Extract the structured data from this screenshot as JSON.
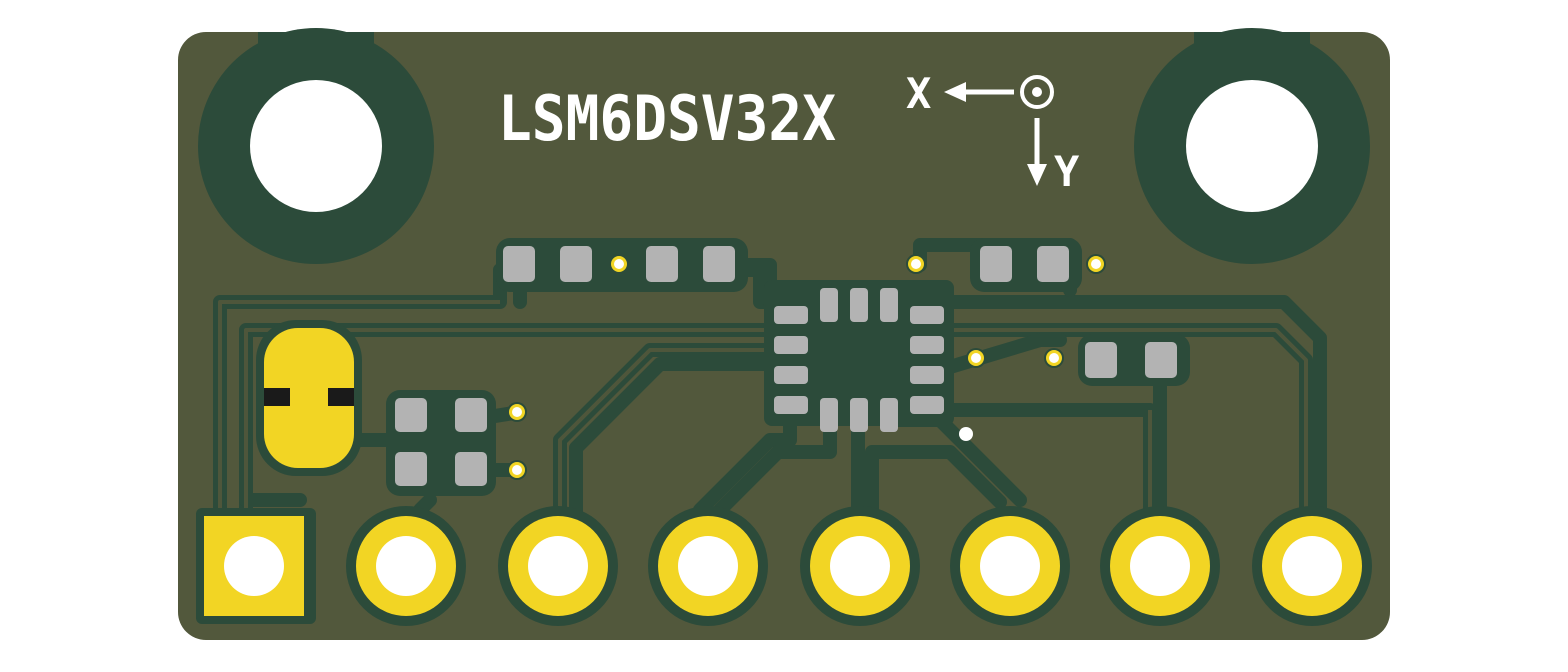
{
  "board": {
    "chip_label": "LSM6DSV32X",
    "axis_x_label": "X",
    "axis_y_label": "Y",
    "colors": {
      "substrate": "#52583c",
      "copper_pour": "#2c4b3a",
      "pad": "#b3b3b3",
      "gold": "#f2d524",
      "hole": "#ffffff",
      "silkscreen": "#ffffff",
      "solder_jumper_gap": "#1a1a1a"
    },
    "header_pins": [
      "pin-1",
      "pin-2",
      "pin-3",
      "pin-4",
      "pin-5",
      "pin-6",
      "pin-7",
      "pin-8"
    ],
    "mounting_holes": [
      "left",
      "right"
    ]
  }
}
